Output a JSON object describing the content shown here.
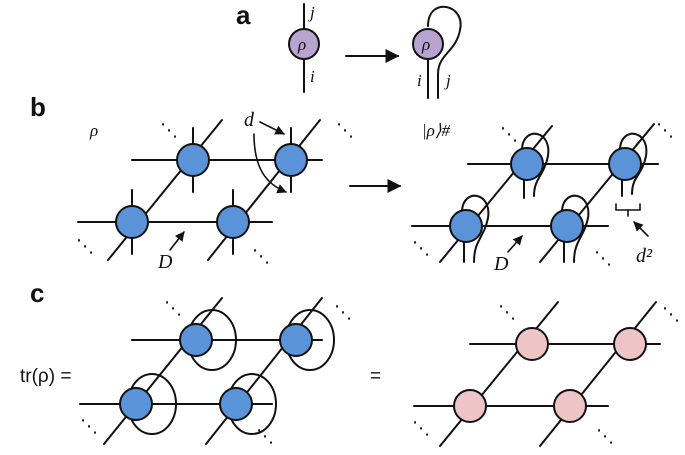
{
  "panels": {
    "a": {
      "label": "a",
      "rho": "ρ",
      "index_top": "j",
      "index_bottom": "i",
      "index_left": "i",
      "index_right": "j"
    },
    "b": {
      "label": "b",
      "rho": "ρ",
      "d_label": "d",
      "D_left": "D",
      "ket_label": "|ρ⟩#",
      "D_right": "D",
      "d2_label": "d²"
    },
    "c": {
      "label": "c",
      "trace_label": "tr(ρ) =",
      "equals": "="
    }
  },
  "colors": {
    "tensor_purple": "#b9a3cf",
    "tensor_blue": "#5b93d9",
    "tensor_pink": "#efc4c4",
    "line": "#111111"
  },
  "ellipsis": "⋱"
}
